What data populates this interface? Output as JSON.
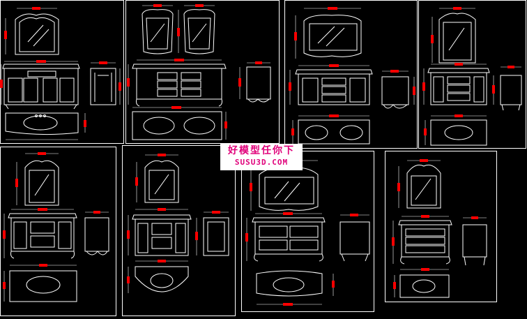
{
  "watermark": {
    "chinese": "好模型任你下",
    "url": "SUSU3D.COM"
  },
  "colors": {
    "background": "#000000",
    "line": "#ffffff",
    "dimension": "#ff0000",
    "frame": "#ffffff",
    "watermark_text": "#e0007a"
  },
  "drawings": [
    {
      "id": "vanity-1",
      "mirror": "arched",
      "sinks": 1,
      "doors": 4,
      "drawers": 1
    },
    {
      "id": "vanity-2",
      "mirror": "double-oval",
      "sinks": 2,
      "doors": 0,
      "drawers": 6
    },
    {
      "id": "vanity-3",
      "mirror": "scalloped",
      "sinks": 2,
      "doors": 2,
      "drawers": 3
    },
    {
      "id": "vanity-4",
      "mirror": "tall-arched",
      "sinks": 1,
      "doors": 2,
      "drawers": 3
    },
    {
      "id": "vanity-5",
      "mirror": "crested",
      "sinks": 1,
      "doors": 2,
      "drawers": 2
    },
    {
      "id": "vanity-6",
      "mirror": "crested",
      "sinks": 1,
      "doors": 2,
      "drawers": 2
    },
    {
      "id": "vanity-7",
      "mirror": "wide-scalloped",
      "sinks": 1,
      "doors": 0,
      "drawers": 4
    },
    {
      "id": "vanity-8",
      "mirror": "crested",
      "sinks": 1,
      "doors": 0,
      "drawers": 3
    }
  ]
}
